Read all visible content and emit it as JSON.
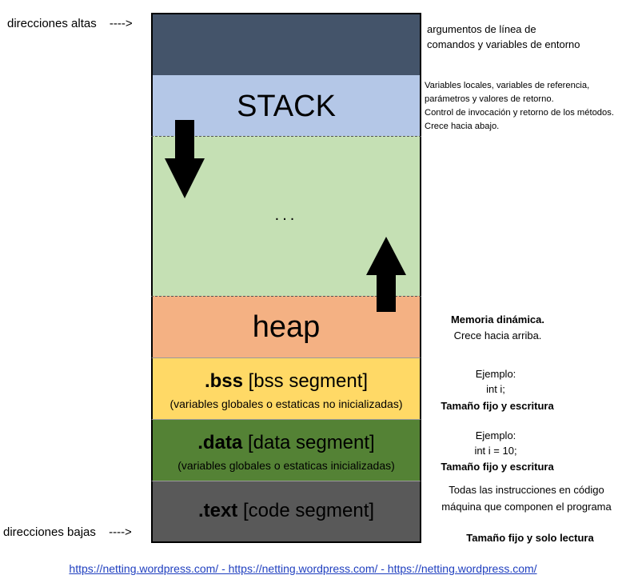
{
  "left_labels": {
    "high": "direcciones altas",
    "high_arrow": "---->",
    "low": "direcciones bajas",
    "low_arrow": "---->"
  },
  "segments": {
    "args": {
      "color": "#44546a"
    },
    "stack": {
      "label": "STACK",
      "color": "#b4c7e7"
    },
    "free": {
      "label": "...",
      "color": "#c5e0b4"
    },
    "heap": {
      "label": "heap",
      "color": "#f4b183"
    },
    "bss": {
      "name": ".bss",
      "desc": " [bss segment]",
      "sub": "(variables globales o estaticas no inicializadas)",
      "color": "#ffd966"
    },
    "data": {
      "name": ".data",
      "desc": " [data segment]",
      "sub": "(variables globales o estaticas inicializadas)",
      "color": "#548235"
    },
    "text": {
      "name": ".text",
      "desc": " [code segment]",
      "color": "#595959"
    }
  },
  "notes": {
    "args": "argumentos de línea de comandos y variables de entorno",
    "stack": [
      "Variables locales, variables de referencia,",
      "parámetros y valores de retorno.",
      "Control de invocación y retorno de los métodos.",
      "Crece hacia abajo."
    ],
    "heap_title": "Memoria dinámica.",
    "heap_sub": "Crece hacia arriba.",
    "bss_example": "Ejemplo:",
    "bss_code": "int i;",
    "bss_size": "Tamaño fijo y escritura",
    "data_example": "Ejemplo:",
    "data_code": "int i = 10;",
    "data_size": "Tamaño fijo y escritura",
    "text_desc_1": "Todas las instrucciones en código",
    "text_desc_2": "máquina que componen el programa",
    "text_size": "Tamaño fijo y solo lectura"
  },
  "footer": "https://netting.wordpress.com/  -  https://netting.wordpress.com/ -  https://netting.wordpress.com/"
}
